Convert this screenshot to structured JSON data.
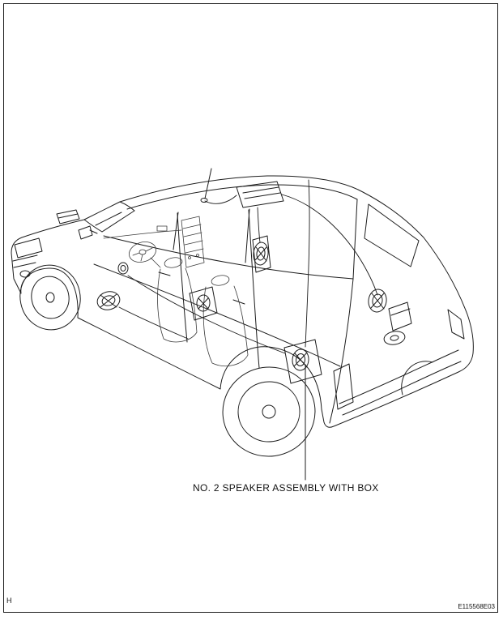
{
  "page": {
    "background": "#ffffff",
    "line_color": "#1c1c1c",
    "footer": {
      "left_mark": "H",
      "figure_code": "E115568E03"
    }
  },
  "diagram": {
    "description": "vehicle-line-art-speaker-locations",
    "callout_label": "NO. 2 SPEAKER ASSEMBLY WITH BOX"
  }
}
